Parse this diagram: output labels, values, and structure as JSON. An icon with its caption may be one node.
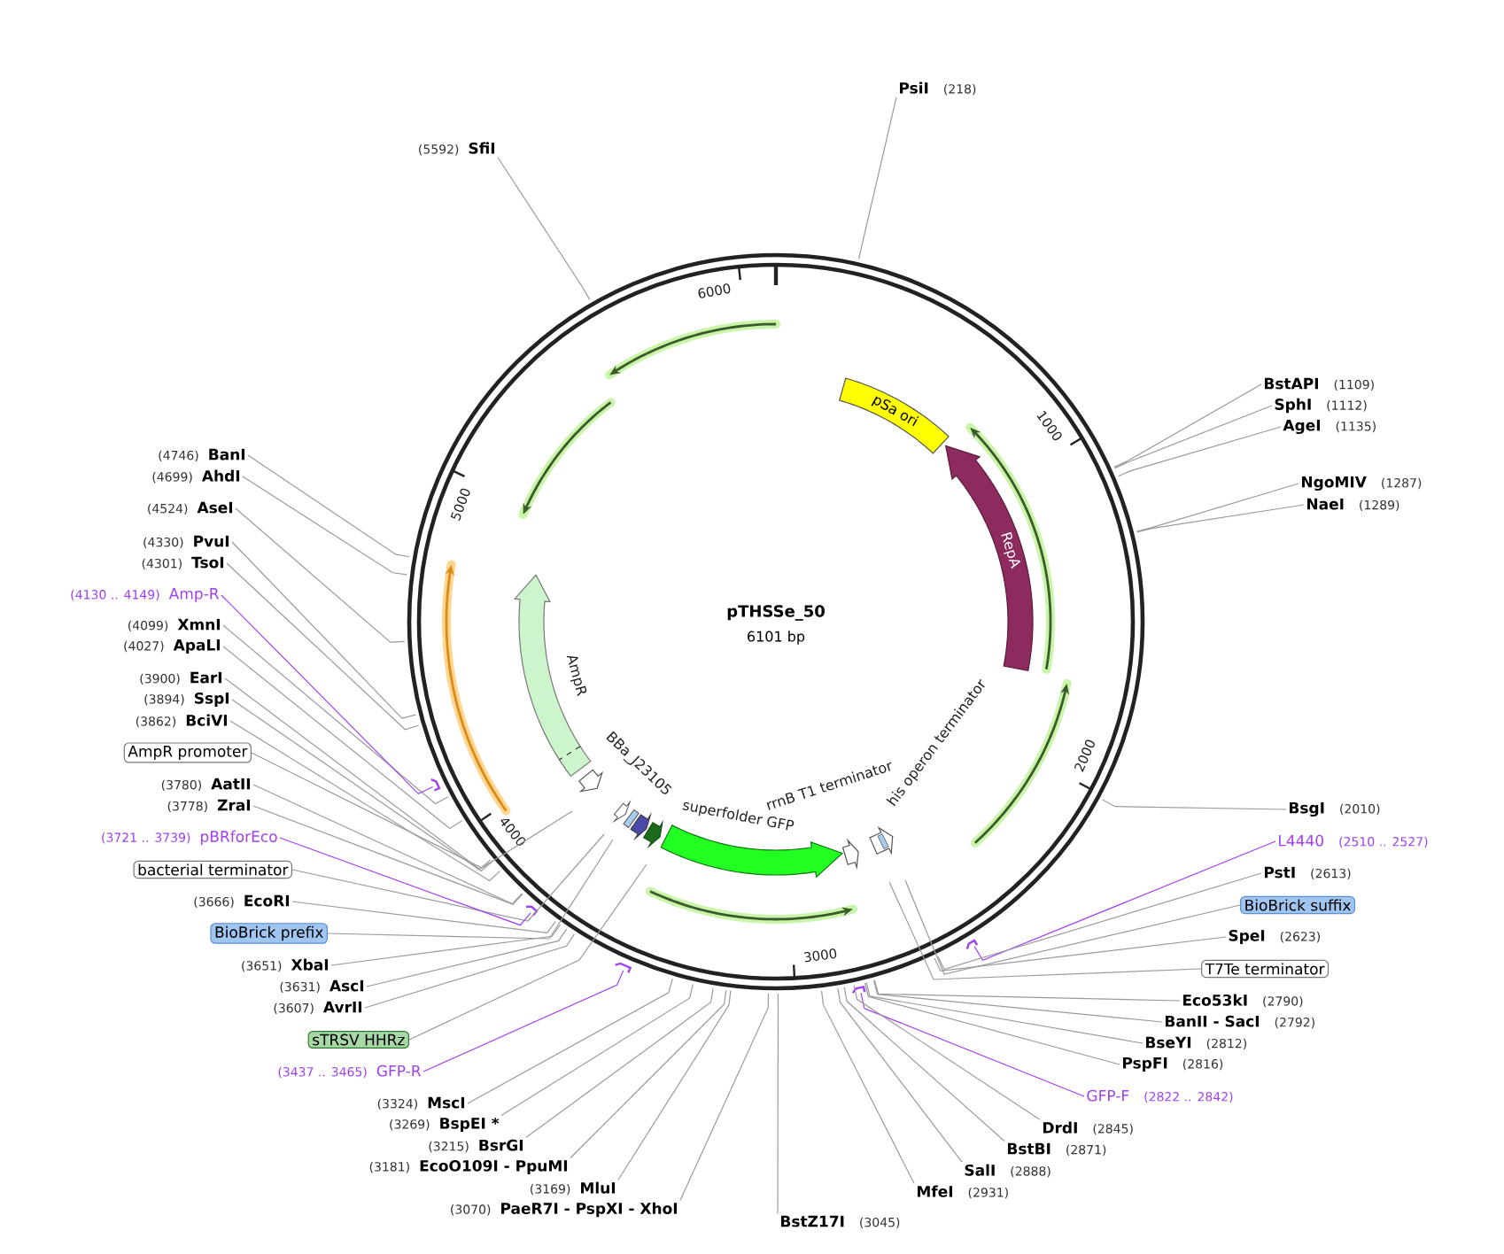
{
  "diagram": {
    "title": "pTHSSe_50",
    "nodes": [
      {
        "text": [
          "PsiI",
          "(218)"
        ]
      },
      {
        "text": [
          "(5592)",
          "SfiI"
        ]
      },
      {
        "text": [
          "BstAPI",
          "(1109)"
        ]
      },
      {
        "text": [
          "SphI",
          "(1112)"
        ]
      },
      {
        "text": [
          "AgeI",
          "(1135)"
        ]
      },
      {
        "text": [
          "NgoMIV",
          "(1287)"
        ]
      },
      {
        "text": [
          "NaeI",
          "(1289)"
        ]
      },
      {
        "text": [
          "BsgI",
          "(2010)"
        ]
      },
      {
        "text": [
          "L4440",
          "(2510 .. 2527)"
        ]
      },
      {
        "text": [
          "PstI",
          "(2613)"
        ]
      },
      {
        "text": [
          "BioBrick suffix"
        ]
      },
      {
        "text": [
          "SpeI",
          "(2623)"
        ]
      },
      {
        "text": [
          "T7Te terminator"
        ]
      },
      {
        "text": [
          "Eco53kI",
          "(2790)"
        ]
      },
      {
        "text": [
          "BanII - SacI",
          "(2792)"
        ]
      },
      {
        "text": [
          "BseYI",
          "(2812)"
        ]
      },
      {
        "text": [
          "PspFI",
          "(2816)"
        ]
      },
      {
        "text": [
          "GFP-F",
          "(2822 .. 2842)"
        ]
      },
      {
        "text": [
          "DrdI",
          "(2845)"
        ]
      },
      {
        "text": [
          "BstBI",
          "(2871)"
        ]
      },
      {
        "text": [
          "SalI",
          "(2888)"
        ]
      },
      {
        "text": [
          "MfeI",
          "(2931)"
        ]
      },
      {
        "text": [
          "BstZ17I",
          "(3045)"
        ]
      },
      {
        "text": [
          "(3070)",
          "PaeR7I - PspXI - XhoI"
        ]
      },
      {
        "text": [
          "(3169)",
          "MluI"
        ]
      },
      {
        "text": [
          "(3181)",
          "EcoO109I - PpuMI"
        ]
      },
      {
        "text": [
          "(3215)",
          "BsrGI"
        ]
      },
      {
        "text": [
          "(3269)",
          "BspEI *"
        ]
      },
      {
        "text": [
          "(3324)",
          "MscI"
        ]
      },
      {
        "text": [
          "(3437 .. 3465)",
          "GFP-R"
        ]
      },
      {
        "text": [
          "sTRSV HHRz"
        ]
      },
      {
        "text": [
          "(3607)",
          "AvrII"
        ]
      },
      {
        "text": [
          "(3631)",
          "AscI"
        ]
      },
      {
        "text": [
          "(3651)",
          "XbaI"
        ]
      },
      {
        "text": [
          "BioBrick prefix"
        ]
      },
      {
        "text": [
          "(3666)",
          "EcoRI"
        ]
      },
      {
        "text": [
          "bacterial terminator"
        ]
      },
      {
        "text": [
          "(3721 .. 3739)",
          "pBRforEco"
        ]
      },
      {
        "text": [
          "(3778)",
          "ZraI"
        ]
      },
      {
        "text": [
          "(3780)",
          "AatII"
        ]
      },
      {
        "text": [
          "AmpR promoter"
        ]
      },
      {
        "text": [
          "(3862)",
          "BciVI"
        ]
      },
      {
        "text": [
          "(3894)",
          "SspI"
        ]
      },
      {
        "text": [
          "(3900)",
          "EarI"
        ]
      },
      {
        "text": [
          "(4027)",
          "ApaLI"
        ]
      },
      {
        "text": [
          "(4099)",
          "XmnI"
        ]
      },
      {
        "text": [
          "(4130 .. 4149)",
          "Amp-R"
        ]
      },
      {
        "text": [
          "(4301)",
          "TsoI"
        ]
      },
      {
        "text": [
          "(4330)",
          "PvuI"
        ]
      },
      {
        "text": [
          "(4524)",
          "AseI"
        ]
      },
      {
        "text": [
          "(4699)",
          "AhdI"
        ]
      },
      {
        "text": [
          "(4746)",
          "BanI"
        ]
      },
      {
        "text": [
          "pSa ori"
        ]
      },
      {
        "text": [
          "RepA"
        ]
      },
      {
        "text": [
          "AmpR"
        ]
      },
      {
        "text": [
          "BBa_J23105"
        ]
      },
      {
        "text": [
          "superfolder GFP"
        ]
      },
      {
        "text": [
          "rrnB T1 terminator"
        ]
      },
      {
        "text": [
          "his operon terminator"
        ]
      }
    ],
    "edges": [
      {
        "from": 0,
        "to": null,
        "arrow": "none"
      },
      {
        "from": 1,
        "to": null,
        "arrow": "none"
      },
      {
        "from": 2,
        "to": null,
        "arrow": "none"
      },
      {
        "from": 3,
        "to": null,
        "arrow": "none"
      },
      {
        "from": 4,
        "to": null,
        "arrow": "none"
      },
      {
        "from": 5,
        "to": null,
        "arrow": "none"
      },
      {
        "from": 6,
        "to": null,
        "arrow": "none"
      },
      {
        "from": 7,
        "to": null,
        "arrow": "none"
      },
      {
        "from": 8,
        "to": null,
        "arrow": "none",
        "color": "#a040f0"
      },
      {
        "from": 9,
        "to": null,
        "arrow": "none"
      },
      {
        "from": 10,
        "to": null,
        "arrow": "none"
      },
      {
        "from": 11,
        "to": null,
        "arrow": "none"
      },
      {
        "from": 12,
        "to": null,
        "arrow": "none"
      },
      {
        "from": 13,
        "to": null,
        "arrow": "none"
      },
      {
        "from": 14,
        "to": null,
        "arrow": "none"
      },
      {
        "from": 15,
        "to": null,
        "arrow": "none"
      },
      {
        "from": 16,
        "to": null,
        "arrow": "none"
      },
      {
        "from": 17,
        "to": null,
        "arrow": "none",
        "color": "#a040f0"
      },
      {
        "from": 18,
        "to": null,
        "arrow": "none"
      },
      {
        "from": 19,
        "to": null,
        "arrow": "none"
      },
      {
        "from": 20,
        "to": null,
        "arrow": "none"
      },
      {
        "from": 21,
        "to": null,
        "arrow": "none"
      },
      {
        "from": 22,
        "to": null,
        "arrow": "none"
      },
      {
        "from": 23,
        "to": null,
        "arrow": "none"
      },
      {
        "from": 24,
        "to": null,
        "arrow": "none"
      },
      {
        "from": 25,
        "to": null,
        "arrow": "none"
      },
      {
        "from": 26,
        "to": null,
        "arrow": "none"
      },
      {
        "from": 27,
        "to": null,
        "arrow": "none"
      },
      {
        "from": 28,
        "to": null,
        "arrow": "none"
      },
      {
        "from": 29,
        "to": null,
        "arrow": "none",
        "color": "#a040f0"
      },
      {
        "from": 30,
        "to": null,
        "arrow": "none"
      },
      {
        "from": 31,
        "to": null,
        "arrow": "none"
      },
      {
        "from": 32,
        "to": null,
        "arrow": "none"
      },
      {
        "from": 33,
        "to": null,
        "arrow": "none"
      },
      {
        "from": 34,
        "to": null,
        "arrow": "none"
      },
      {
        "from": 35,
        "to": null,
        "arrow": "none"
      },
      {
        "from": 36,
        "to": null,
        "arrow": "none"
      },
      {
        "from": 37,
        "to": null,
        "arrow": "none",
        "color": "#a040f0"
      },
      {
        "from": 38,
        "to": null,
        "arrow": "none"
      },
      {
        "from": 39,
        "to": null,
        "arrow": "none"
      },
      {
        "from": 40,
        "to": null,
        "arrow": "none"
      },
      {
        "from": 41,
        "to": null,
        "arrow": "none"
      },
      {
        "from": 42,
        "to": null,
        "arrow": "none"
      },
      {
        "from": 43,
        "to": null,
        "arrow": "none"
      },
      {
        "from": 44,
        "to": null,
        "arrow": "none"
      },
      {
        "from": 45,
        "to": null,
        "arrow": "none"
      },
      {
        "from": 46,
        "to": null,
        "arrow": "none",
        "color": "#a040f0"
      },
      {
        "from": 47,
        "to": null,
        "arrow": "none"
      },
      {
        "from": 48,
        "to": null,
        "arrow": "none"
      },
      {
        "from": 49,
        "to": null,
        "arrow": "none"
      },
      {
        "from": 50,
        "to": null,
        "arrow": "none"
      },
      {
        "from": 51,
        "to": null,
        "arrow": "none"
      }
    ],
    "labels": [
      "6000",
      "5000",
      "1000",
      "6101 bp",
      "2000",
      "4000",
      "3000"
    ]
  }
}
